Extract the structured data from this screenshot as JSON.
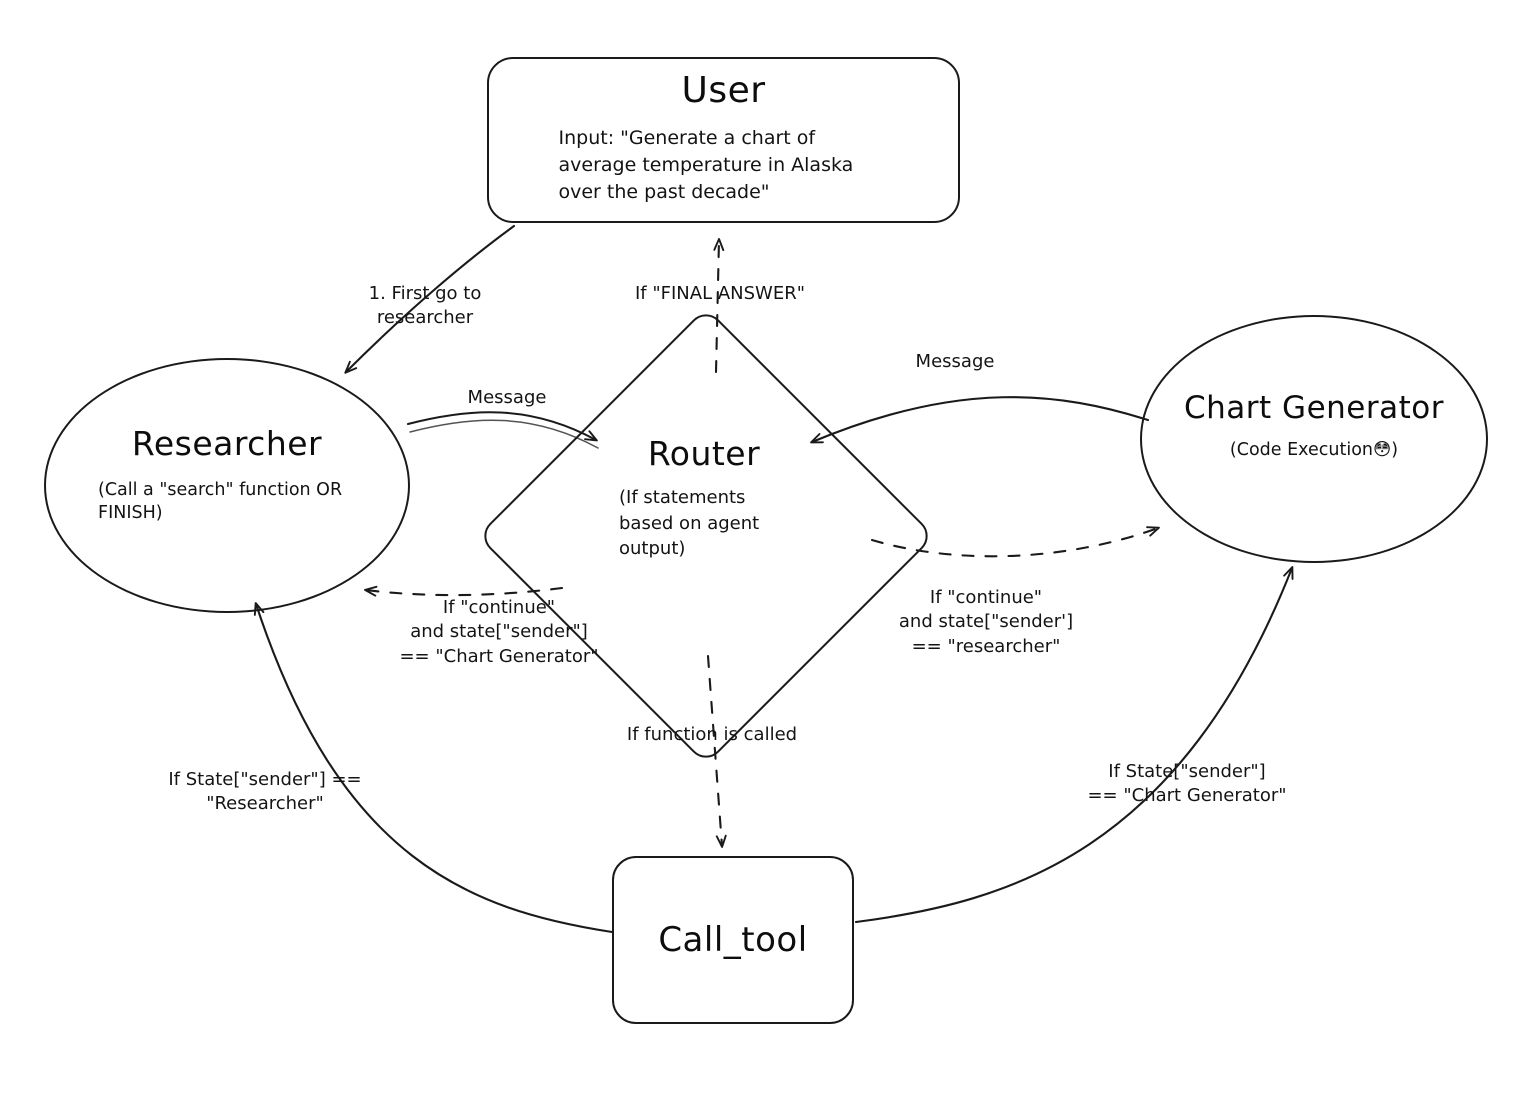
{
  "diagram": {
    "title": "Multi-agent graph with router",
    "style": "hand-drawn sketch",
    "background_color": "#ffffff",
    "stroke_color": "#1a1a1a"
  },
  "nodes": {
    "user": {
      "shape": "rounded-rectangle",
      "title": "User",
      "subtitle": "Input: \"Generate a chart of average temperature in Alaska over the past decade\""
    },
    "researcher": {
      "shape": "ellipse",
      "title": "Researcher",
      "subtitle": "(Call a \"search\" function OR FINISH)"
    },
    "router": {
      "shape": "diamond",
      "title": "Router",
      "subtitle": "(If statements based on agent output)"
    },
    "chart_generator": {
      "shape": "ellipse",
      "title": "Chart Generator",
      "subtitle": "(Code Execution😳)"
    },
    "call_tool": {
      "shape": "rounded-rectangle",
      "title": "Call_tool"
    }
  },
  "edges": [
    {
      "id": "user-to-researcher",
      "from": "user",
      "to": "researcher",
      "style": "solid",
      "label": "1. First go to researcher"
    },
    {
      "id": "researcher-to-router",
      "from": "researcher",
      "to": "router",
      "style": "solid",
      "label": "Message"
    },
    {
      "id": "chartgen-to-router",
      "from": "chart_generator",
      "to": "router",
      "style": "solid",
      "label": "Message"
    },
    {
      "id": "router-to-user",
      "from": "router",
      "to": "user",
      "style": "dashed",
      "label": "If \"FINAL ANSWER\""
    },
    {
      "id": "router-to-researcher",
      "from": "router",
      "to": "researcher",
      "style": "dashed",
      "label": "If \"continue\" and state[\"sender\"] == \"Chart Generator\""
    },
    {
      "id": "router-to-chartgen",
      "from": "router",
      "to": "chart_generator",
      "style": "dashed",
      "label": "If \"continue\" and state[\"sender'] == \"researcher\""
    },
    {
      "id": "router-to-calltool",
      "from": "router",
      "to": "call_tool",
      "style": "dashed",
      "label": "If function is called"
    },
    {
      "id": "calltool-to-researcher",
      "from": "call_tool",
      "to": "researcher",
      "style": "solid",
      "label": "If State[\"sender\"] == \"Researcher\""
    },
    {
      "id": "calltool-to-chartgen",
      "from": "call_tool",
      "to": "chart_generator",
      "style": "solid",
      "label": "If State[\"sender\"] == \"Chart Generator\""
    }
  ],
  "labels": {
    "first_go_to_researcher": "1. First go to\nresearcher",
    "final_answer": "If \"FINAL ANSWER\"",
    "message_left": "Message",
    "message_right": "Message",
    "continue_chart_generator": "If \"continue\"\nand state[\"sender\"]\n== \"Chart Generator\"",
    "continue_researcher": "If \"continue\"\nand state[\"sender']\n== \"researcher\"",
    "function_is_called": "If function is called",
    "state_researcher": "If State[\"sender\"] ==\n\"Researcher\"",
    "state_chart_generator": "If State[\"sender\"]\n== \"Chart Generator\""
  }
}
